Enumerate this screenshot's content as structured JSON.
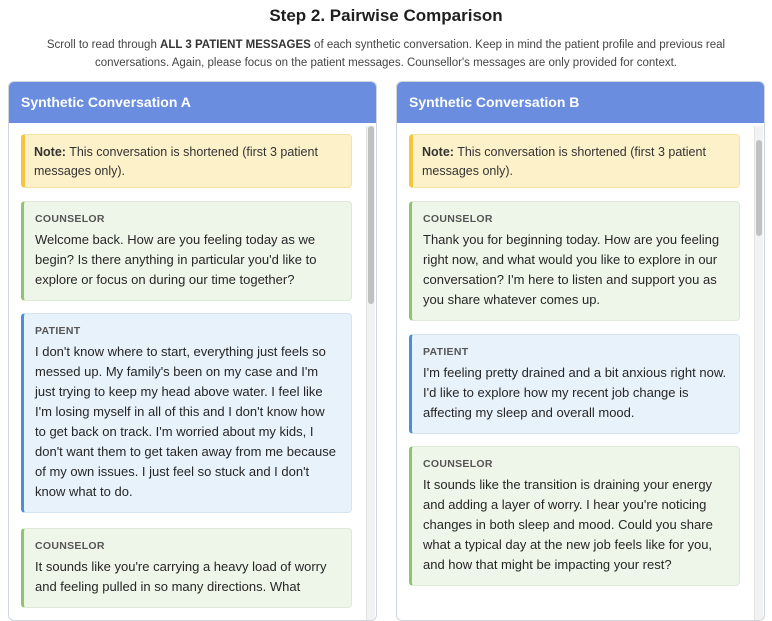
{
  "header": {
    "title": "Step 2. Pairwise Comparison",
    "instructions_pre": "Scroll to read through ",
    "instructions_bold": "ALL 3 PATIENT MESSAGES",
    "instructions_post": " of each synthetic conversation. Keep in mind the patient profile and previous real conversations. Again, please focus on the patient messages. Counsellor's messages are only provided for context."
  },
  "panels": [
    {
      "title": "Synthetic Conversation A",
      "note_label": "Note:",
      "note_text": " This conversation is shortened (first 3 patient messages only).",
      "messages": [
        {
          "role": "COUNSELOR",
          "text": "Welcome back. How are you feeling today as we begin? Is there anything in particular you'd like to explore or focus on during our time together?"
        },
        {
          "role": "PATIENT",
          "text": "I don't know where to start, everything just feels so messed up. My family's been on my case and I'm just trying to keep my head above water. I feel like I'm losing myself in all of this and I don't know how to get back on track. I'm worried about my kids, I don't want them to get taken away from me because of my own issues. I just feel so stuck and I don't know what to do."
        },
        {
          "role": "COUNSELOR",
          "text": "It sounds like you're carrying a heavy load of worry and feeling pulled in so many directions. What"
        }
      ]
    },
    {
      "title": "Synthetic Conversation B",
      "note_label": "Note:",
      "note_text": " This conversation is shortened (first 3 patient messages only).",
      "messages": [
        {
          "role": "COUNSELOR",
          "text": "Thank you for beginning today. How are you feeling right now, and what would you like to explore in our conversation? I'm here to listen and support you as you share whatever comes up."
        },
        {
          "role": "PATIENT",
          "text": "I'm feeling pretty drained and a bit anxious right now. I'd like to explore how my recent job change is affecting my sleep and overall mood."
        },
        {
          "role": "COUNSELOR",
          "text": "It sounds like the transition is draining your energy and adding a layer of worry. I hear you're noticing changes in both sleep and mood. Could you share what a typical day at the new job feels like for you, and how that might be impacting your rest?"
        }
      ]
    }
  ]
}
